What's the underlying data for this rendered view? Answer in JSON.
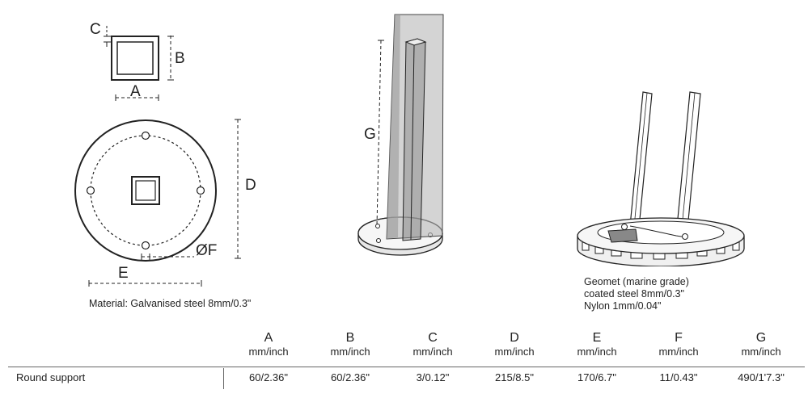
{
  "diagram_labels": {
    "a": "A",
    "b": "B",
    "c": "C",
    "d": "D",
    "e": "E",
    "f": "ØF",
    "g": "G"
  },
  "material_note": "Material: Galvanised steel 8mm/0.3\"",
  "geomet_note": {
    "line1": "Geomet (marine grade)",
    "line2": "coated steel 8mm/0.3\"",
    "line3": "Nylon 1mm/0.04\""
  },
  "table": {
    "columns": [
      {
        "letter": "A",
        "unit": "mm/inch"
      },
      {
        "letter": "B",
        "unit": "mm/inch"
      },
      {
        "letter": "C",
        "unit": "mm/inch"
      },
      {
        "letter": "D",
        "unit": "mm/inch"
      },
      {
        "letter": "E",
        "unit": "mm/inch"
      },
      {
        "letter": "F",
        "unit": "mm/inch"
      },
      {
        "letter": "G",
        "unit": "mm/inch"
      }
    ],
    "rows": [
      {
        "label": "Round support",
        "values": [
          "60/2.36\"",
          "60/2.36\"",
          "3/0.12\"",
          "215/8.5\"",
          "170/6.7\"",
          "11/0.43\"",
          "490/1'7.3\""
        ]
      }
    ]
  }
}
